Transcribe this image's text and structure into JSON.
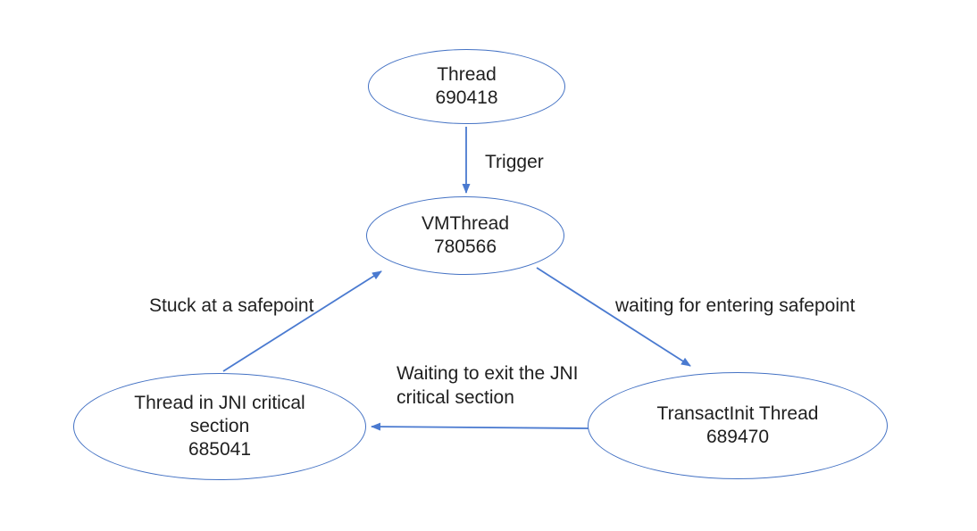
{
  "canvas": {
    "background_color": "#ffffff",
    "accent_color": "#4472c4",
    "text_color": "#1f1f1f"
  },
  "diagram": {
    "type": "thread-deadlock-flow",
    "nodes": [
      {
        "key": "thread",
        "title": "Thread",
        "id": "690418"
      },
      {
        "key": "vmthread",
        "title": "VMThread",
        "id": "780566"
      },
      {
        "key": "jni_thread",
        "title": "Thread in JNI critical section",
        "id": "685041"
      },
      {
        "key": "transactinit",
        "title": "TransactInit Thread",
        "id": "689470"
      }
    ],
    "edges": [
      {
        "from": "thread",
        "to": "vmthread",
        "label": "Trigger"
      },
      {
        "from": "jni_thread",
        "to": "vmthread",
        "label": "Stuck at a safepoint"
      },
      {
        "from": "vmthread",
        "to": "transactinit",
        "label": "waiting for entering safepoint"
      },
      {
        "from": "transactinit",
        "to": "jni_thread",
        "label": "Waiting to exit the JNI critical section"
      }
    ]
  }
}
